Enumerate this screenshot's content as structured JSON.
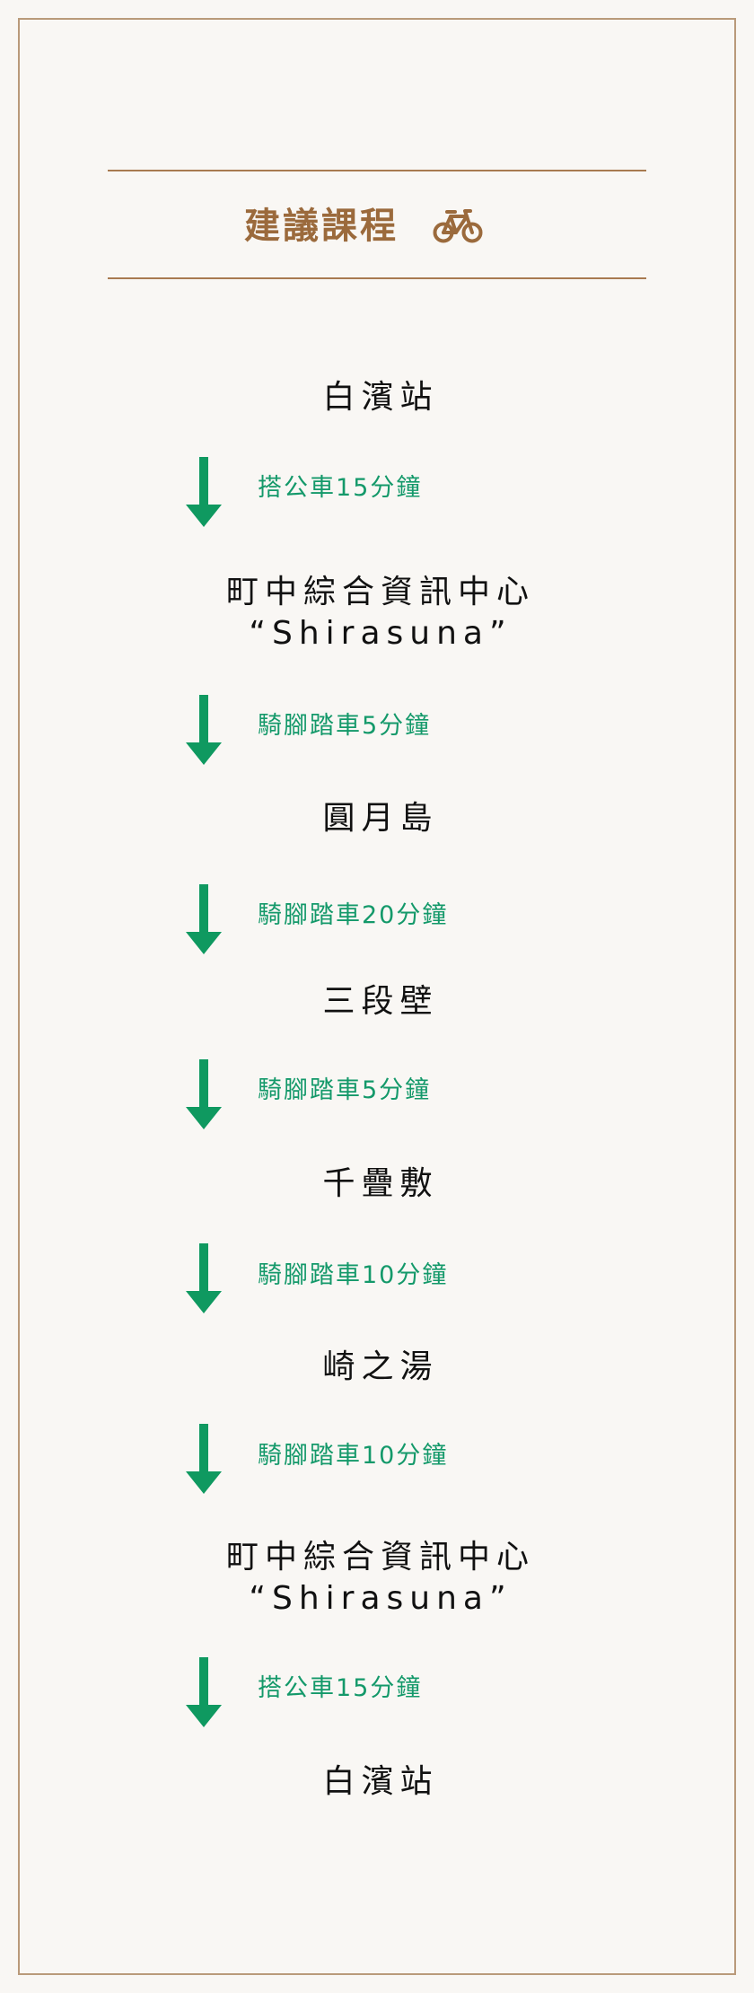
{
  "header": {
    "title": "建議課程",
    "icon": "bicycle-icon"
  },
  "colors": {
    "background": "#f9f7f4",
    "frame_border": "#b99a7a",
    "accent_brown": "#9b6a3c",
    "rule": "#a87a50",
    "route_green": "#0f9960",
    "station_text": "#111111"
  },
  "route": {
    "stops": [
      {
        "line1": "白濱站"
      },
      {
        "line1": "町中綜合資訊中心",
        "line2": "“Shirasuna”"
      },
      {
        "line1": "圓月島"
      },
      {
        "line1": "三段壁"
      },
      {
        "line1": "千疊敷"
      },
      {
        "line1": "崎之湯"
      },
      {
        "line1": "町中綜合資訊中心",
        "line2": "“Shirasuna”"
      },
      {
        "line1": "白濱站"
      }
    ],
    "legs": [
      {
        "label": "搭公車15分鐘",
        "icon": "arrow-down-icon"
      },
      {
        "label": "騎腳踏車5分鐘",
        "icon": "arrow-down-icon"
      },
      {
        "label": "騎腳踏車20分鐘",
        "icon": "arrow-down-icon"
      },
      {
        "label": "騎腳踏車5分鐘",
        "icon": "arrow-down-icon"
      },
      {
        "label": "騎腳踏車10分鐘",
        "icon": "arrow-down-icon"
      },
      {
        "label": "騎腳踏車10分鐘",
        "icon": "arrow-down-icon"
      },
      {
        "label": "搭公車15分鐘",
        "icon": "arrow-down-icon"
      }
    ]
  }
}
